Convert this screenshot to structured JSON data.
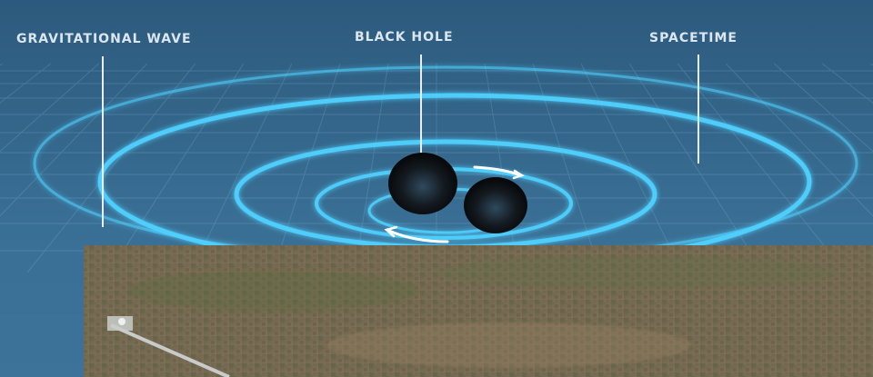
{
  "labels": {
    "gravitational_wave": "GRAVITATIONAL WAVE",
    "black_hole": "BLACK HOLE",
    "spacetime": "SPACETIME"
  },
  "colors": {
    "background": "#2e5f82",
    "wave_glow": "#4fd2ff",
    "grid": "#7fb0d0",
    "label": "#dce6ef",
    "black_hole": "#111111",
    "ground": "#7a6a55"
  },
  "photo": {
    "subject": "aerial view of grassy terrain with a long straight concrete arm"
  }
}
